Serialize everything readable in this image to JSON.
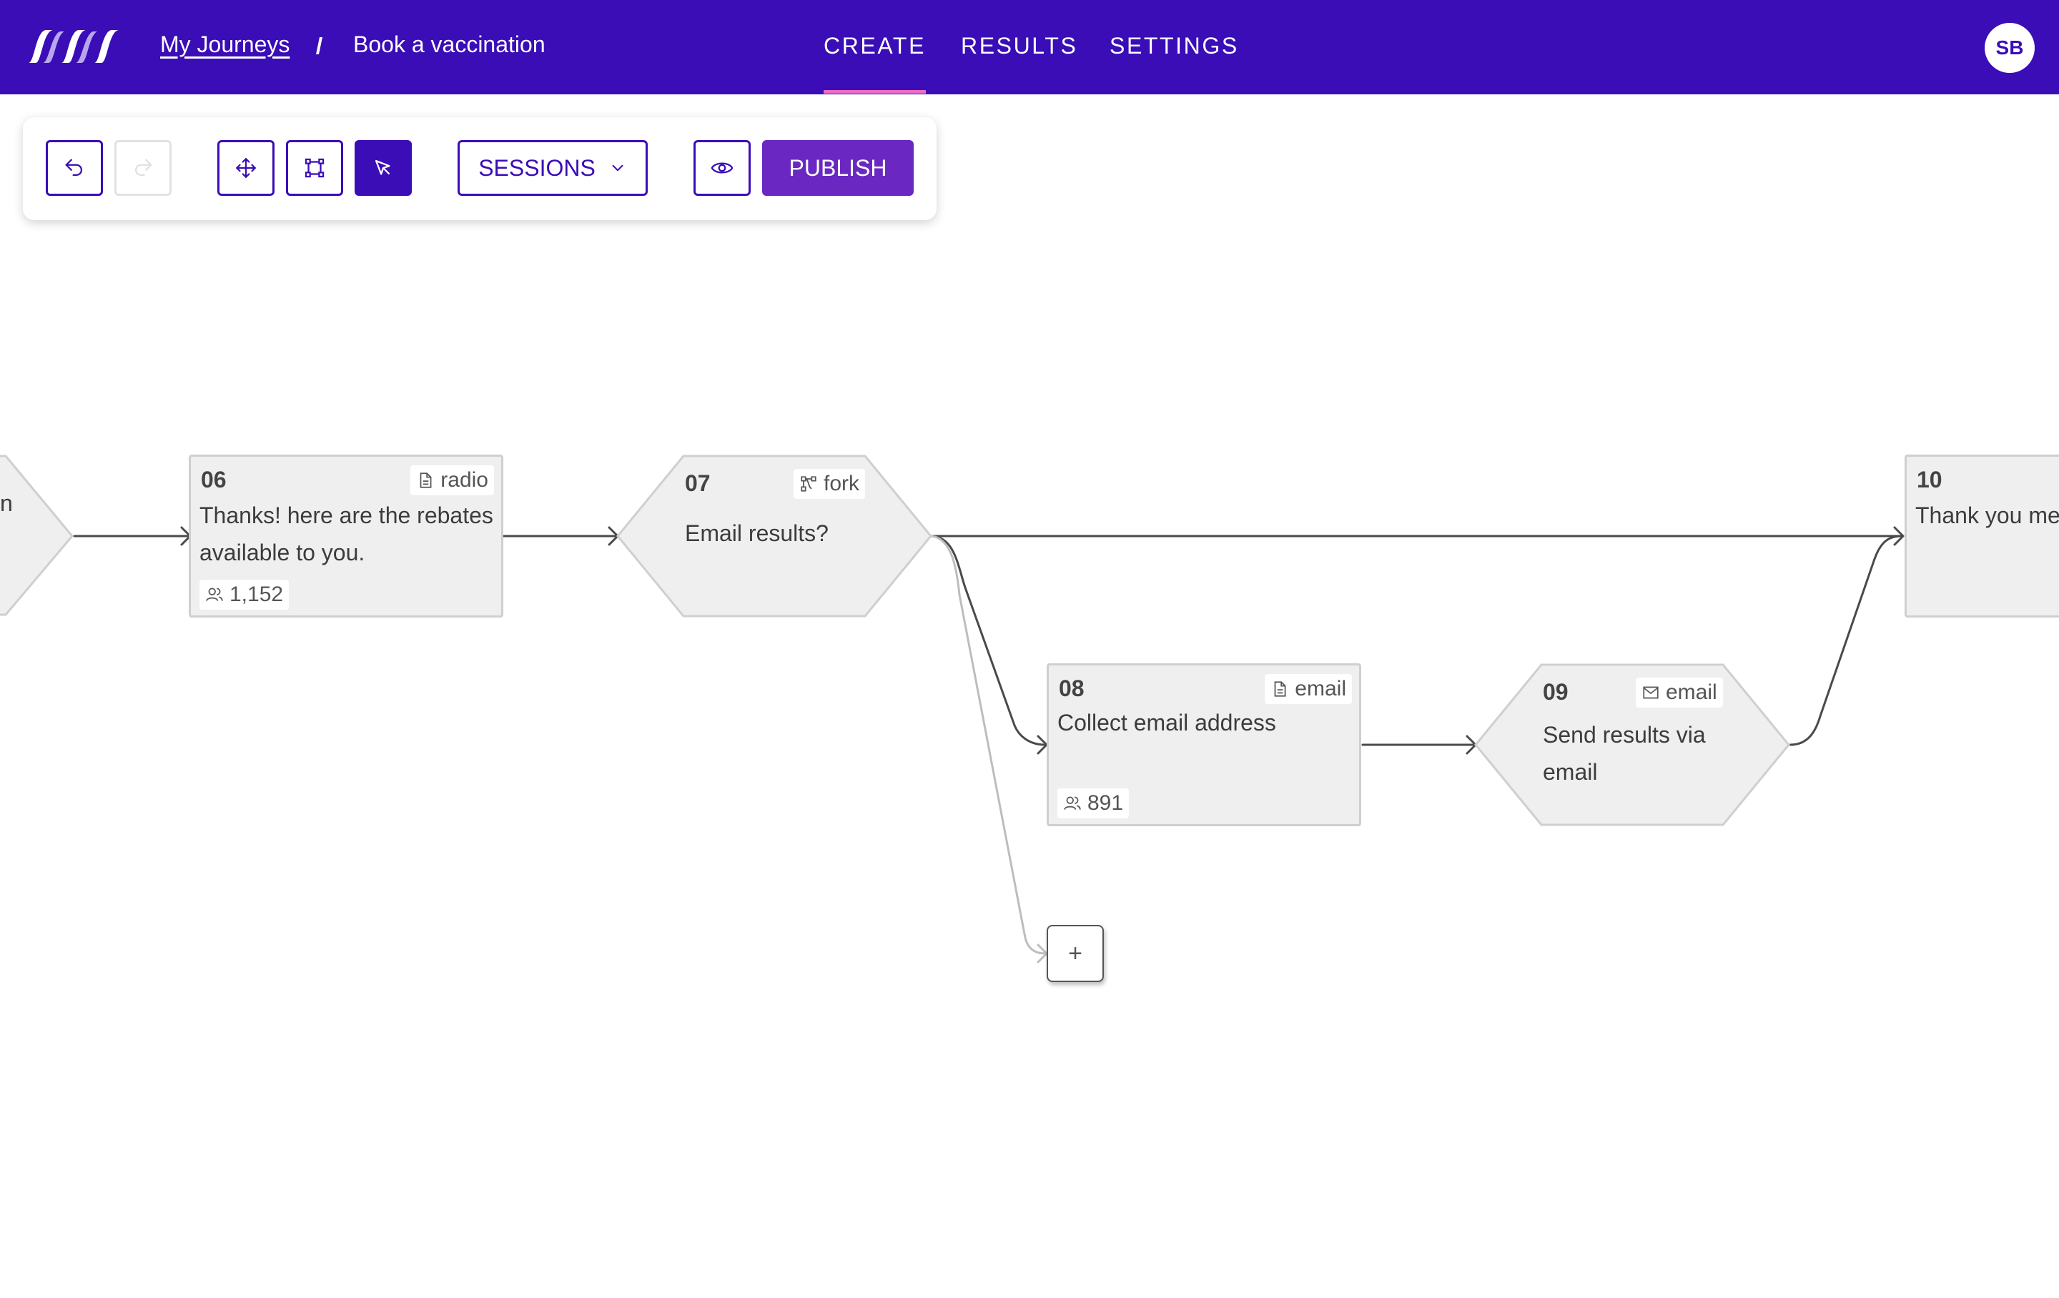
{
  "header": {
    "breadcrumb_root": "My Journeys",
    "breadcrumb_current": "Book a vaccination",
    "tabs": [
      {
        "label": "CREATE",
        "active": true
      },
      {
        "label": "RESULTS",
        "active": false
      },
      {
        "label": "SETTINGS",
        "active": false
      }
    ],
    "user_initials": "SB"
  },
  "toolbar": {
    "sessions_label": "SESSIONS",
    "publish_label": "PUBLISH",
    "undo_icon": "undo-icon",
    "redo_icon": "redo-icon",
    "move_icon": "move-icon",
    "select_area_icon": "select-area-icon",
    "pointer_icon": "pointer-icon",
    "preview_icon": "eye-icon"
  },
  "nodes": {
    "n05": {
      "title": "n"
    },
    "n06": {
      "num": "06",
      "type": "radio",
      "title_line1": "Thanks! here are the rebates",
      "title_line2": "available to you.",
      "count": "1,152"
    },
    "n07": {
      "num": "07",
      "type": "fork",
      "title": "Email results?"
    },
    "n08": {
      "num": "08",
      "type": "email",
      "title": "Collect email address",
      "count": "891"
    },
    "n09": {
      "num": "09",
      "type": "email",
      "title_line1": "Send results via",
      "title_line2": "email"
    },
    "n10": {
      "num": "10",
      "title": "Thank you me"
    }
  },
  "add_node_label": "+",
  "colors": {
    "brand": "#3a0db7",
    "publish": "#6a27c2",
    "active_tab_underline": "#f06bc4",
    "node_fill": "#efefef",
    "node_border": "#cfcfcf"
  }
}
